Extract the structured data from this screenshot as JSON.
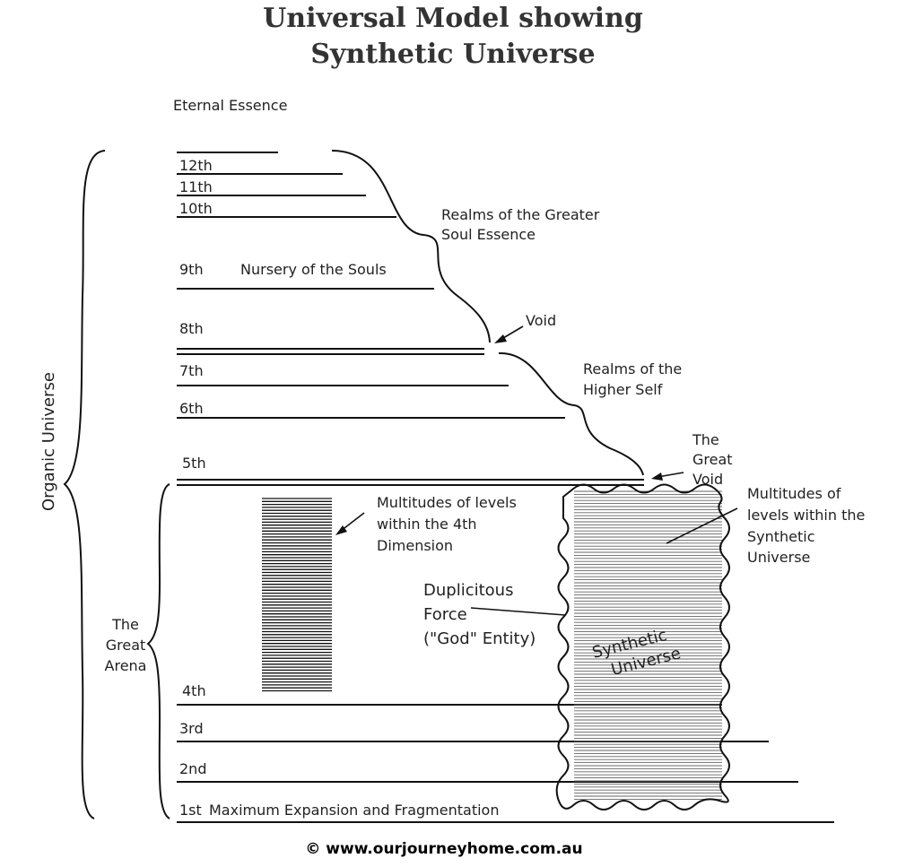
{
  "title": {
    "line1": "Universal Model showing",
    "line2": "Synthetic Universe"
  },
  "labels": {
    "eternal_essence": "Eternal Essence",
    "level_12": "12th",
    "level_11": "11th",
    "level_10": "10th",
    "level_9": "9th",
    "nursery": "Nursery of the Souls",
    "level_8": "8th",
    "level_7": "7th",
    "level_6": "6th",
    "level_5": "5th",
    "level_4": "4th",
    "level_3": "3rd",
    "level_2": "2nd",
    "level_1": "1st",
    "max_expansion": "Maximum Expansion and Fragmentation",
    "greater_soul_1": "Realms of the Greater",
    "greater_soul_2": "Soul Essence",
    "void": "Void",
    "higher_self_1": "Realms of the",
    "higher_self_2": "Higher Self",
    "great_void_1": "The",
    "great_void_2": "Great",
    "great_void_3": "Void",
    "ml4_1": "Multitudes of levels",
    "ml4_2": "within the 4th",
    "ml4_3": "Dimension",
    "mls_1": "Multitudes of",
    "mls_2": "levels within the",
    "mls_3": "Synthetic",
    "mls_4": "Universe",
    "dup_1": "Duplicitous",
    "dup_2": "Force",
    "dup_3": "(\"God\" Entity)",
    "synthetic_1": "Synthetic",
    "synthetic_2": "Universe",
    "organic_universe": "Organic Universe",
    "arena_1": "The",
    "arena_2": "Great",
    "arena_3": "Arena"
  },
  "footer": {
    "copyright": "© www.ourjourneyhome.com.au"
  },
  "colors": {
    "ink": "#111111",
    "title": "#333333",
    "background": "#ffffff"
  }
}
